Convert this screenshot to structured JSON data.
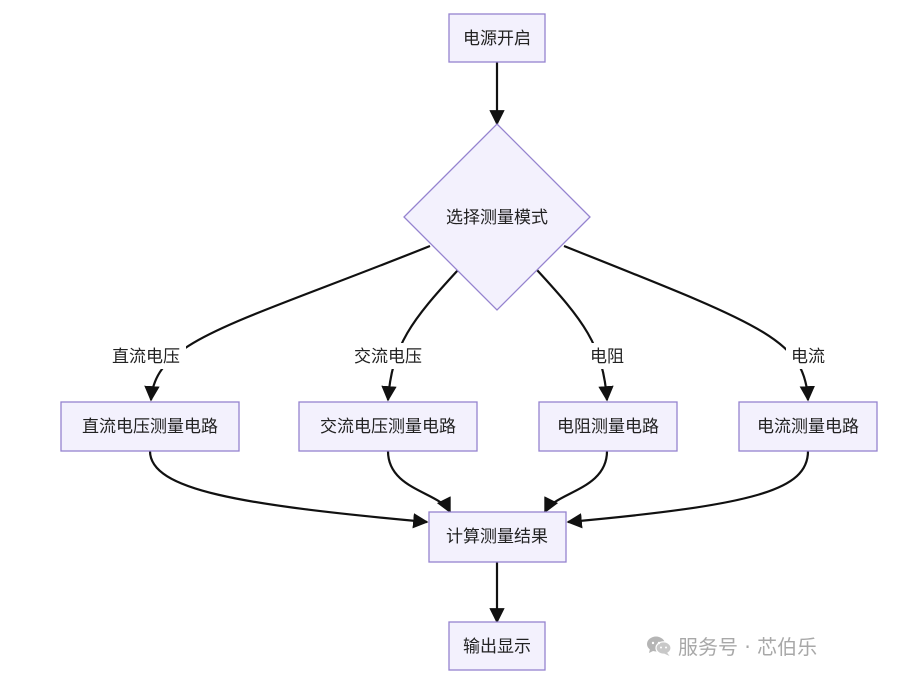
{
  "nodes": {
    "start": "电源开启",
    "select": "选择测量模式",
    "dcv": "直流电压测量电路",
    "acv": "交流电压测量电路",
    "res": "电阻测量电路",
    "cur": "电流测量电路",
    "calc": "计算测量结果",
    "display": "输出显示"
  },
  "edge_labels": {
    "dcv": "直流电压",
    "acv": "交流电压",
    "res": "电阻",
    "cur": "电流"
  },
  "watermark": {
    "text": "服务号 · 芯伯乐",
    "icon": "wechat-icon"
  },
  "colors": {
    "node_fill": "#f3f1fd",
    "node_stroke": "#9583cf",
    "edge": "#111111"
  }
}
